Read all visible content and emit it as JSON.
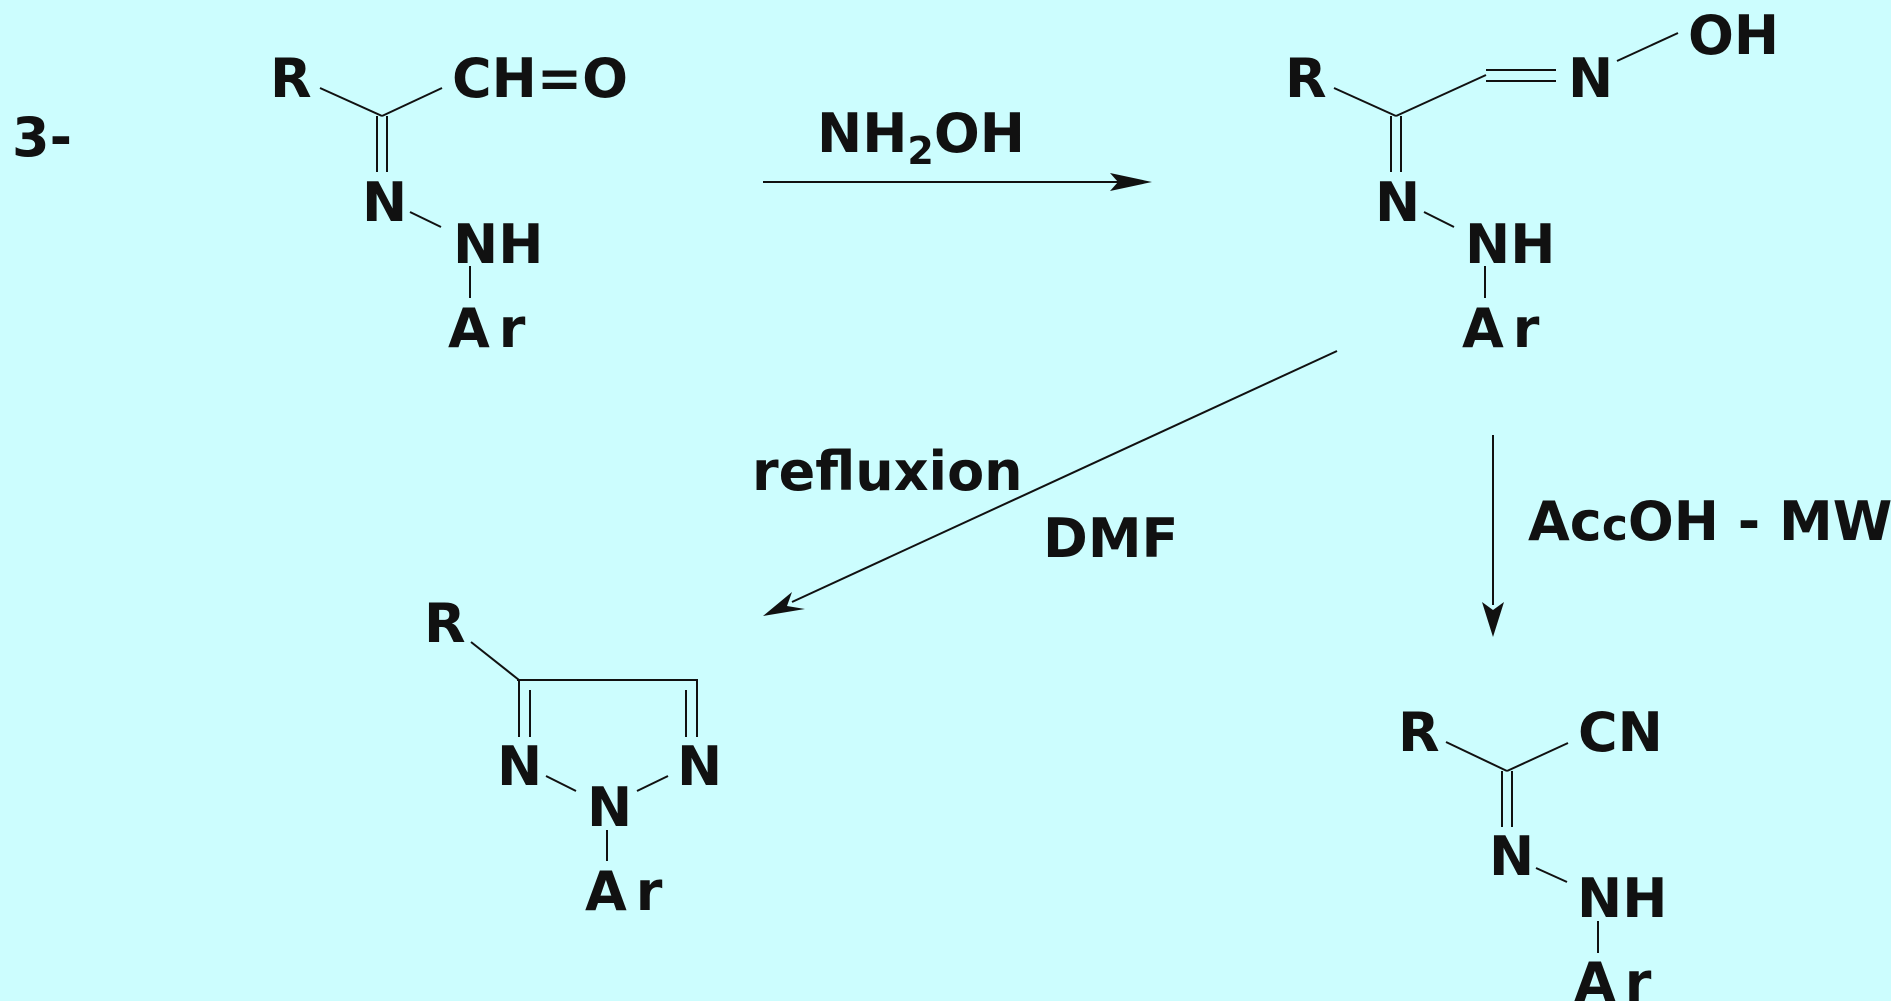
{
  "scheme": {
    "number": "3-",
    "colors": {
      "background": "#ccfdfe",
      "ink": "#111111"
    },
    "reactant": {
      "r": "R",
      "aldehyde": "CH=O",
      "n": "N",
      "nh": "NH",
      "ar": "Ar"
    },
    "reagent_top": {
      "prefix": "NH",
      "subscript": "2",
      "suffix": "OH"
    },
    "oxime": {
      "r": "R",
      "n_oxime": "N",
      "oh": "OH",
      "n": "N",
      "nh": "NH",
      "ar": "Ar"
    },
    "conditions_left": {
      "line1": "refluxion",
      "line2": "DMF"
    },
    "conditions_right": {
      "part1": "Ac",
      "part2": "c",
      "part3": "OH - MW"
    },
    "triazole": {
      "r": "R",
      "n_left": "N",
      "n_right": "N",
      "n_center": "N",
      "ar": "Ar"
    },
    "nitrile": {
      "r": "R",
      "cn": "CN",
      "n": "N",
      "nh": "NH",
      "ar": "Ar"
    }
  }
}
